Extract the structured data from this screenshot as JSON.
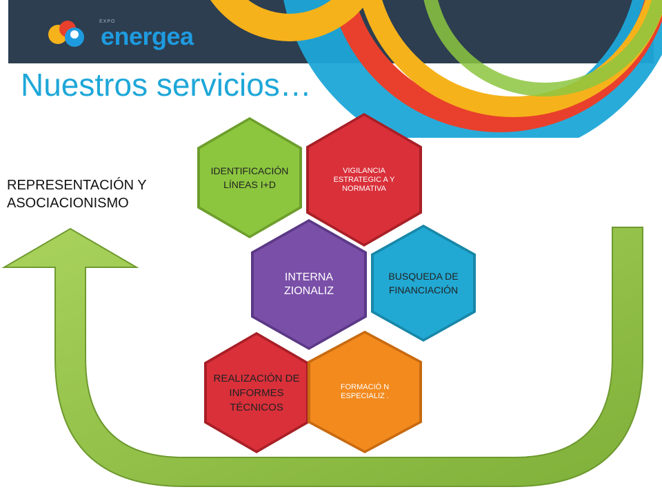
{
  "header": {
    "logo_small": "EXPO",
    "logo_word": "energea"
  },
  "page_title": "Nuestros servicios…",
  "side_label": "REPRESENTACIÓN Y ASOCIACIONISMO",
  "hexagons": {
    "identificacion": "IDENTIFICACIÓN LÍNEAS I+D",
    "vigilancia": "VIGILANCIA ESTRATEGIC A Y NORMATIVA",
    "internacionalizacion": "INTERNA ZIONALIZ",
    "busqueda": "BUSQUEDA DE FINANCIACIÓN",
    "realizacion": "REALIZACIÓN DE INFORMES TÉCNICOS",
    "formacion": "FORMACIÓ N ESPECIALIZ ."
  },
  "colors": {
    "title": "#1ea7d8",
    "header_bg": "#2c3e50",
    "arrow": "#93c149",
    "hex_green": "#8cc63f",
    "hex_red": "#d9303a",
    "hex_purple": "#7a4fa8",
    "hex_blue": "#21a9d3",
    "hex_orange": "#f28a1e"
  }
}
